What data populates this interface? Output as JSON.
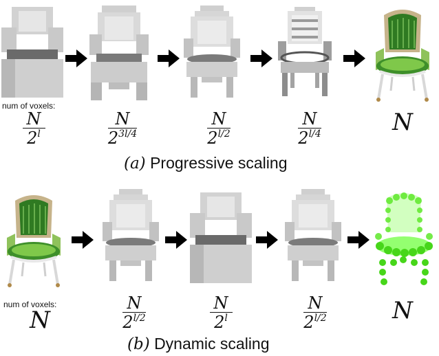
{
  "rows": [
    {
      "id": "progressive",
      "voxel_label": "num of voxels:",
      "caption_tag": "(a)",
      "caption_text": "Progressive scaling",
      "stages": [
        {
          "kind": "frac",
          "num": "N",
          "den": "2",
          "exp": "l"
        },
        {
          "kind": "frac",
          "num": "N",
          "den": "2",
          "exp": "3l/4"
        },
        {
          "kind": "frac",
          "num": "N",
          "den": "2",
          "exp": "l/2"
        },
        {
          "kind": "frac",
          "num": "N",
          "den": "2",
          "exp": "l/4"
        },
        {
          "kind": "single",
          "value": "N"
        }
      ]
    },
    {
      "id": "dynamic",
      "voxel_label": "num of voxels:",
      "caption_tag": "(b)",
      "caption_text": "Dynamic scaling",
      "stages": [
        {
          "kind": "single",
          "value": "N"
        },
        {
          "kind": "frac",
          "num": "N",
          "den": "2",
          "exp": "l/2"
        },
        {
          "kind": "frac",
          "num": "N",
          "den": "2",
          "exp": "l"
        },
        {
          "kind": "frac",
          "num": "N",
          "den": "2",
          "exp": "l/2"
        },
        {
          "kind": "single",
          "value": "N"
        }
      ]
    }
  ],
  "colors": {
    "voxel_light": "#d9d9d9",
    "voxel_mid": "#a9a9a9",
    "voxel_dark": "#5f5f5f",
    "seat_green": "#3e8f2a",
    "glow_green": "#66ff33",
    "wood_gold": "#b08a4a",
    "arrow": "#000000"
  },
  "icons": [
    "voxel-chair-icon",
    "textured-chair-icon",
    "arrow-right-icon",
    "green-point-cloud-chair-icon"
  ]
}
